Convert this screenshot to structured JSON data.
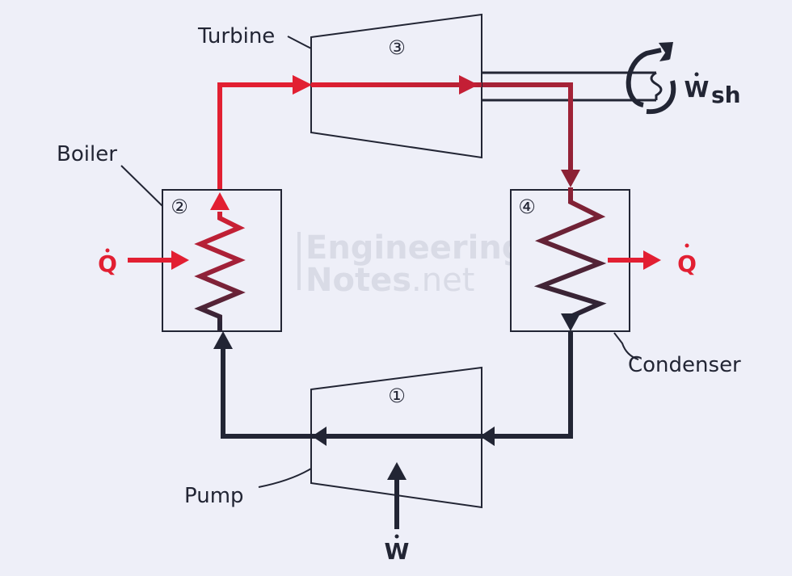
{
  "labels": {
    "turbine": "Turbine",
    "boiler": "Boiler",
    "condenser": "Condenser",
    "pump": "Pump"
  },
  "states": {
    "s1": "①",
    "s2": "②",
    "s3": "③",
    "s4": "④"
  },
  "symbols": {
    "q_in": "Q",
    "q_out": "Q",
    "w_shaft": "W",
    "w_shaft_sub": "sh",
    "w_pump": "W"
  },
  "watermark": {
    "line1": "Engineering",
    "line2_bold": "Notes",
    "line2_light": ".net"
  },
  "colors": {
    "hot": "#e21f32",
    "cold": "#222534",
    "mid": "#9a2236",
    "background": "#eeeff8",
    "watermark": "#d9dbe6"
  }
}
